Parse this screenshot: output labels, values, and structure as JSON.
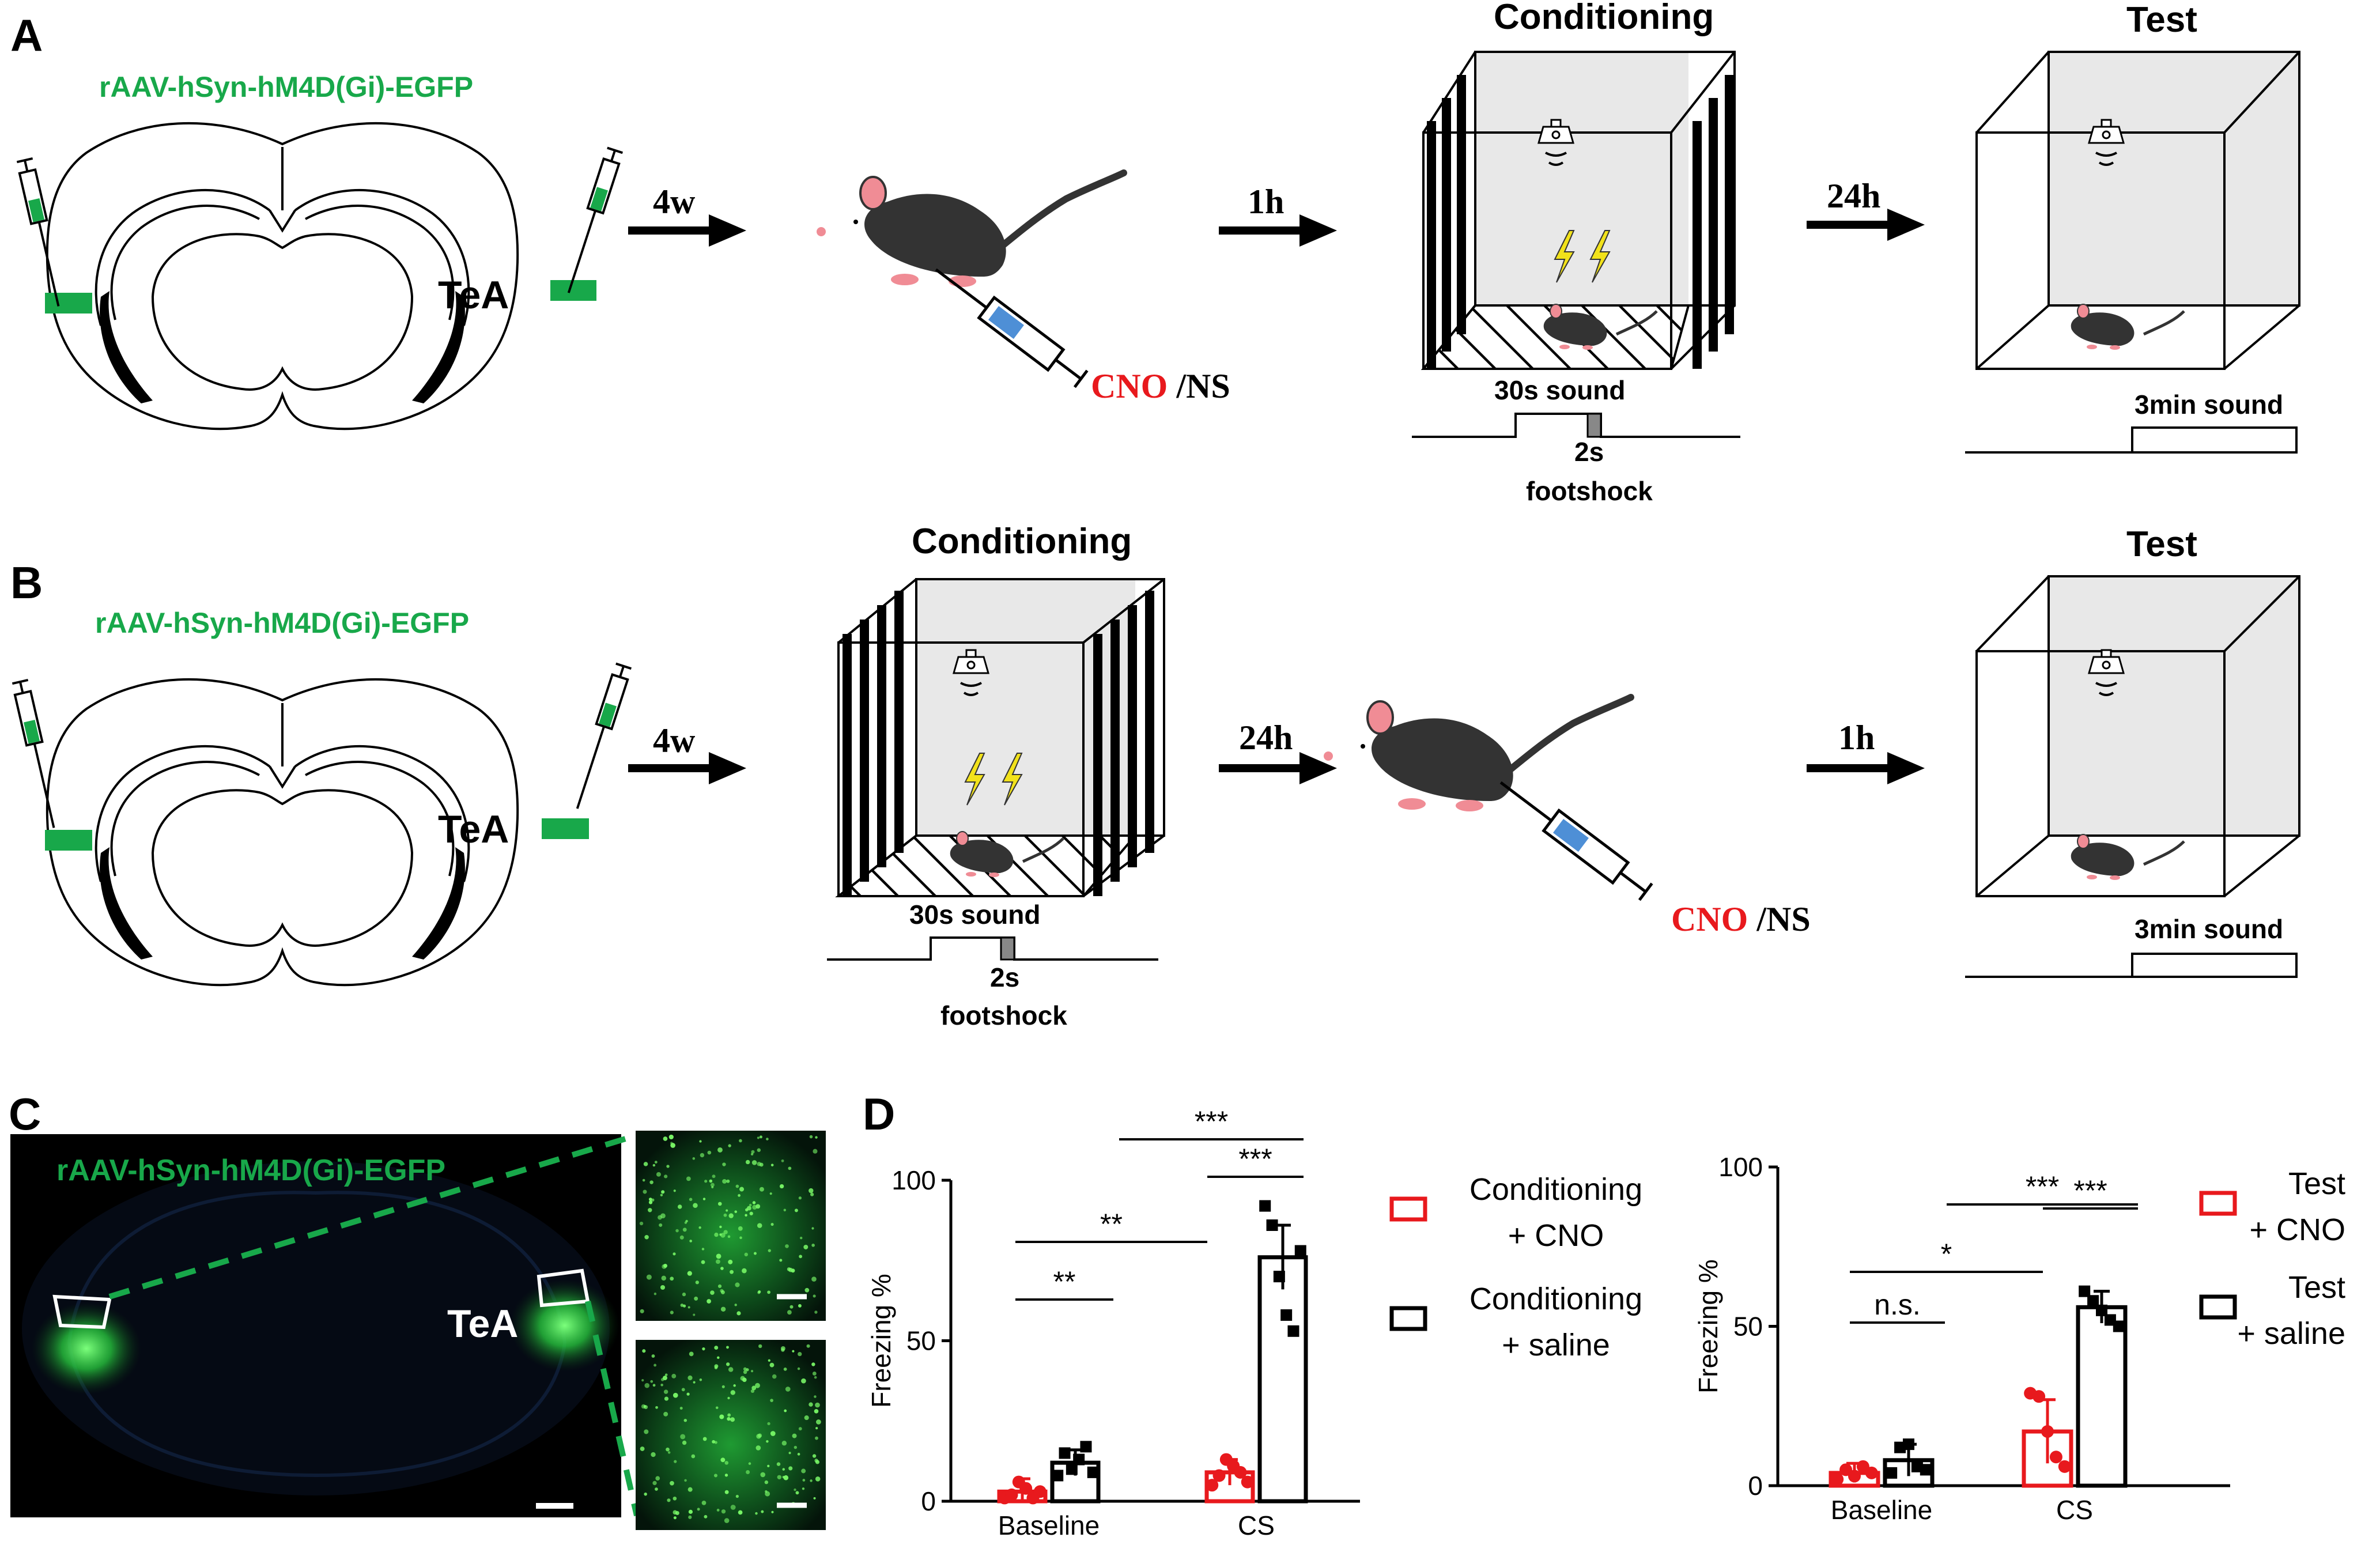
{
  "colors": {
    "virus_green": "#18a84a",
    "cno_red": "#e8191d",
    "bar_black": "#000000",
    "mouse_body": "#333333",
    "mouse_pink": "#f08c95",
    "syringe_blue": "#4e8fd6",
    "bolt_yellow": "#f2e21b"
  },
  "icons": [
    "syringe-icon",
    "mouse-icon",
    "speaker-icon",
    "lightning-icon",
    "brain-section",
    "arrow-icon"
  ],
  "panel_a": {
    "label": "A",
    "virus": "rAAV-hSyn-hM4D(Gi)-EGFP",
    "region": "TeA",
    "arrow1": "4w",
    "arrow2": "1h",
    "arrow3": "24h",
    "cno": "CNO",
    "sep": " /",
    "ns": "NS",
    "conditioning": "Conditioning",
    "test": "Test",
    "sound30": "30s sound",
    "shock_dur": "2s",
    "shock": "footshock",
    "sound3": "3min sound"
  },
  "panel_b": {
    "label": "B",
    "virus": "rAAV-hSyn-hM4D(Gi)-EGFP",
    "region": "TeA",
    "arrow1": "4w",
    "arrow2": "24h",
    "arrow3": "1h",
    "cno": "CNO",
    "sep": " /",
    "ns": "NS",
    "conditioning": "Conditioning",
    "test": "Test",
    "sound30": "30s sound",
    "shock_dur": "2s",
    "shock": "footshock",
    "sound3": "3min sound"
  },
  "panel_c": {
    "label": "C",
    "virus": "rAAV-hSyn-hM4D(Gi)-EGFP",
    "region": "TeA"
  },
  "panel_d": {
    "label": "D"
  },
  "chart_data": [
    {
      "type": "bar",
      "ylabel": "Freezing %",
      "ylim": [
        0,
        100
      ],
      "yticks": [
        "0",
        "50",
        "100"
      ],
      "categories": [
        "Baseline",
        "CS"
      ],
      "series": [
        {
          "name": "Conditioning + CNO",
          "color": "#e8191d",
          "values": [
            3,
            9
          ],
          "errors": [
            4,
            4
          ],
          "points": [
            [
              1,
              2,
              6,
              4,
              1,
              3
            ],
            [
              5,
              8,
              13,
              11,
              9,
              6
            ]
          ]
        },
        {
          "name": "Conditioning + saline",
          "color": "#000000",
          "values": [
            12,
            76
          ],
          "errors": [
            4,
            10
          ],
          "points": [
            [
              8,
              15,
              10,
              13,
              17,
              9
            ],
            [
              92,
              86,
              70,
              58,
              53,
              78
            ]
          ]
        }
      ],
      "legend": [
        {
          "line1": "Conditioning",
          "line2": "+ CNO"
        },
        {
          "line1": "Conditioning",
          "line2": "+ saline"
        }
      ],
      "significance": [
        "**",
        "**",
        "***",
        "***"
      ]
    },
    {
      "type": "bar",
      "ylabel": "Freezing %",
      "ylim": [
        0,
        100
      ],
      "yticks": [
        "0",
        "50",
        "100"
      ],
      "categories": [
        "Baseline",
        "CS"
      ],
      "series": [
        {
          "name": "Test + CNO",
          "color": "#e8191d",
          "values": [
            4,
            17
          ],
          "errors": [
            3,
            10
          ],
          "points": [
            [
              2,
              5,
              3,
              6,
              4
            ],
            [
              29,
              28,
              17,
              9,
              6
            ]
          ]
        },
        {
          "name": "Test + saline",
          "color": "#000000",
          "values": [
            8,
            56
          ],
          "errors": [
            5,
            5
          ],
          "points": [
            [
              4,
              12,
              13,
              6,
              5
            ],
            [
              61,
              58,
              55,
              52,
              50
            ]
          ]
        }
      ],
      "legend": [
        {
          "line1": "Test",
          "line2": "+ CNO"
        },
        {
          "line1": "Test",
          "line2": "+ saline"
        }
      ],
      "significance": [
        "n.s.",
        "*",
        "***",
        "***"
      ]
    }
  ]
}
